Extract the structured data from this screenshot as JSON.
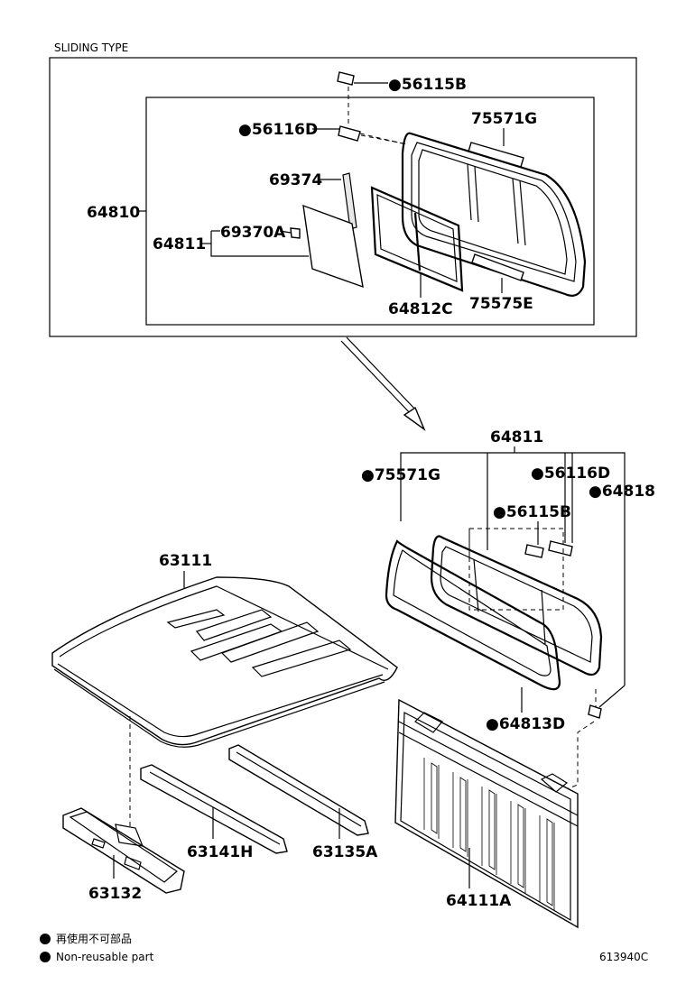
{
  "section_title": "SLIDING TYPE",
  "parts": {
    "p56115b_top": "●56115B",
    "p56116d_top": "●56116D",
    "p75571g_top": "75571G",
    "p69374": "69374",
    "p64810": "64810",
    "p64811_top": "64811",
    "p69370a": "69370A",
    "p64812c": "64812C",
    "p75575e": "75575E",
    "p64811_mid": "64811",
    "p75571g_mid": "●75571G",
    "p56116d_mid": "●56116D",
    "p64818": "●64818",
    "p56115b_mid": "●56115B",
    "p63111": "63111",
    "p64813d": "●64813D",
    "p63141h": "63141H",
    "p63135a": "63135A",
    "p63132": "63132",
    "p64111a": "64111A"
  },
  "legend": {
    "jp": "再使用不可部品",
    "en": "Non-reusable part"
  },
  "diagram_code": "613940C"
}
